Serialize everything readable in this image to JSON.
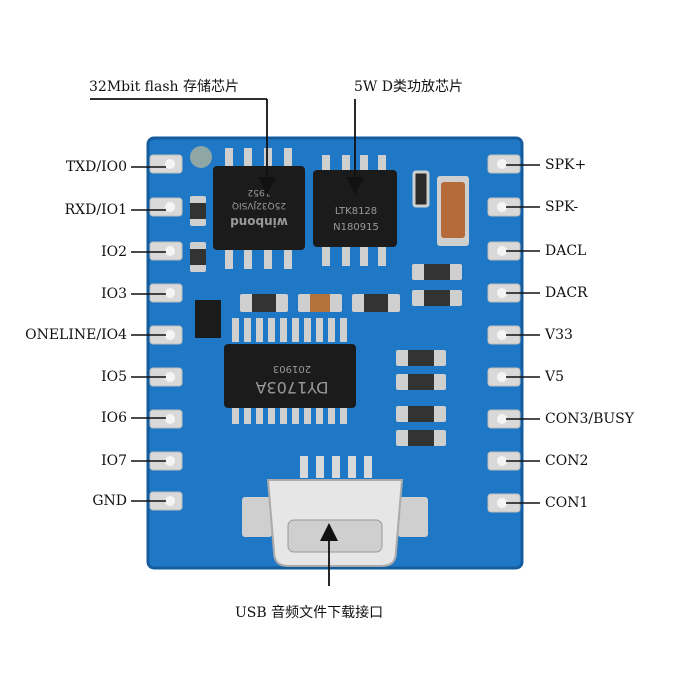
{
  "annotations": {
    "flash_chip": "32Mbit flash 存储芯片",
    "amp_chip": "5W D类功放芯片",
    "usb_port": "USB 音频文件下载接口"
  },
  "pins_left": [
    "TXD/IO0",
    "RXD/IO1",
    "IO2",
    "IO3",
    "ONELINE/IO4",
    "IO5",
    "IO6",
    "IO7",
    "GND"
  ],
  "pins_right": [
    "SPK+",
    "SPK-",
    "DACL",
    "DACR",
    "V33",
    "V5",
    "CON3/BUSY",
    "CON2",
    "CON1"
  ],
  "chips": {
    "flash_marking_1": "winbond",
    "flash_marking_2": "25Q32JVSIQ",
    "flash_marking_3": "1952",
    "amp_marking_1": "LTK8128",
    "amp_marking_2": "N180915",
    "main_marking_1": "DY1703A",
    "main_marking_2": "201903"
  },
  "colors": {
    "pcb": "#1f78c6",
    "pcb_dark": "#155c9f",
    "chip": "#1b1b1b",
    "pad": "#d9d9d9"
  }
}
